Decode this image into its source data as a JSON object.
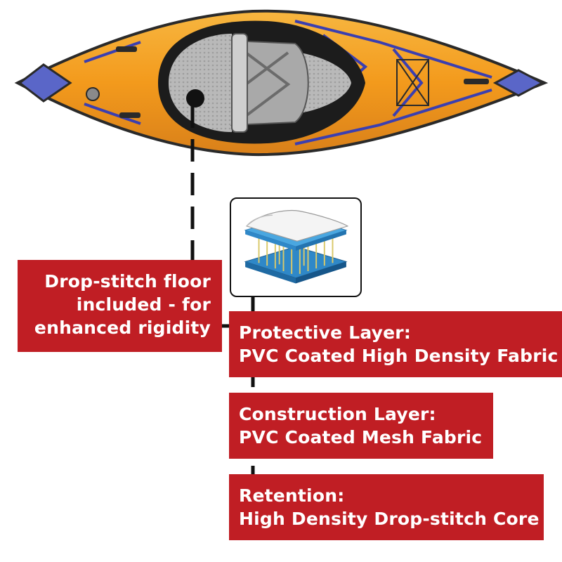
{
  "colors": {
    "label_background": "#c01e24",
    "label_text": "#ffffff",
    "kayak_orange": "#f0a21f",
    "kayak_accent": "#3b3fb0",
    "connector": "#111111"
  },
  "callouts": {
    "floor": {
      "lines": [
        "Drop-stitch floor",
        "included - for",
        "enhanced rigidity"
      ]
    },
    "protective": {
      "lines": [
        "Protective Layer:",
        "PVC Coated High Density Fabric"
      ]
    },
    "construction": {
      "lines": [
        "Construction Layer:",
        "PVC Coated Mesh Fabric"
      ]
    },
    "retention": {
      "lines": [
        "Retention:",
        "High Density Drop-stitch Core"
      ]
    }
  },
  "illustrations": {
    "kayak": "inflatable-kayak-top-view",
    "layer_diagram": "drop-stitch-layer-cross-section"
  }
}
